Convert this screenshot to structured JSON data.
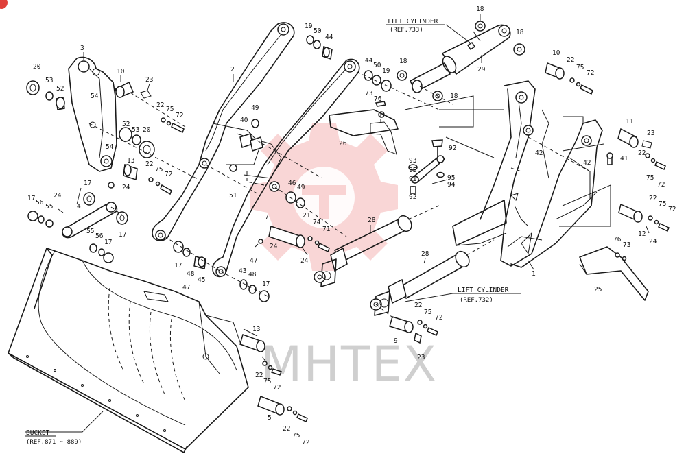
{
  "callouts": {
    "tilt_cylinder": {
      "title": "TILT CYLINDER",
      "ref": "(REF.733)"
    },
    "lift_cylinder": {
      "title": "LIFT CYLINDER",
      "ref": "(REF.732)"
    },
    "bucket": {
      "title": "BUCKET",
      "ref": "(REF.871 ~ 889)"
    }
  },
  "watermark": {
    "text": "MHTEX"
  },
  "part_labels": [
    {
      "id": "p20a",
      "text": "20"
    },
    {
      "id": "p53a",
      "text": "53"
    },
    {
      "id": "p52a",
      "text": "52"
    },
    {
      "id": "p3",
      "text": "3"
    },
    {
      "id": "p54a",
      "text": "54"
    },
    {
      "id": "p10a",
      "text": "10"
    },
    {
      "id": "p23a",
      "text": "23"
    },
    {
      "id": "p22a",
      "text": "22"
    },
    {
      "id": "p75a",
      "text": "75"
    },
    {
      "id": "p72a",
      "text": "72"
    },
    {
      "id": "p2",
      "text": "2"
    },
    {
      "id": "p52b",
      "text": "52"
    },
    {
      "id": "p53b",
      "text": "53"
    },
    {
      "id": "p20b",
      "text": "20"
    },
    {
      "id": "p54b",
      "text": "54"
    },
    {
      "id": "p13a",
      "text": "13"
    },
    {
      "id": "p22b",
      "text": "22"
    },
    {
      "id": "p75b",
      "text": "75"
    },
    {
      "id": "p72b",
      "text": "72"
    },
    {
      "id": "p24a",
      "text": "24"
    },
    {
      "id": "p17a",
      "text": "17"
    },
    {
      "id": "p17b",
      "text": "17"
    },
    {
      "id": "p56a",
      "text": "56"
    },
    {
      "id": "p55a",
      "text": "55"
    },
    {
      "id": "p24b",
      "text": "24"
    },
    {
      "id": "p4",
      "text": "4"
    },
    {
      "id": "p55b",
      "text": "55"
    },
    {
      "id": "p56b",
      "text": "56"
    },
    {
      "id": "p17c",
      "text": "17"
    },
    {
      "id": "p17d",
      "text": "17"
    },
    {
      "id": "p49a",
      "text": "49"
    },
    {
      "id": "p40",
      "text": "40"
    },
    {
      "id": "p51",
      "text": "51"
    },
    {
      "id": "p19a",
      "text": "19"
    },
    {
      "id": "p50a",
      "text": "50"
    },
    {
      "id": "p44a",
      "text": "44"
    },
    {
      "id": "p44b",
      "text": "44"
    },
    {
      "id": "p50b",
      "text": "50"
    },
    {
      "id": "p19b",
      "text": "19"
    },
    {
      "id": "p73a",
      "text": "73"
    },
    {
      "id": "p76a",
      "text": "76"
    },
    {
      "id": "p26",
      "text": "26"
    },
    {
      "id": "p18a",
      "text": "18"
    },
    {
      "id": "p18b",
      "text": "18"
    },
    {
      "id": "p18c",
      "text": "18"
    },
    {
      "id": "p18d",
      "text": "18"
    },
    {
      "id": "p29",
      "text": "29"
    },
    {
      "id": "p10b",
      "text": "10"
    },
    {
      "id": "p22c",
      "text": "22"
    },
    {
      "id": "p75c",
      "text": "75"
    },
    {
      "id": "p72c",
      "text": "72"
    },
    {
      "id": "p11",
      "text": "11"
    },
    {
      "id": "p23b",
      "text": "23"
    },
    {
      "id": "p42a",
      "text": "42"
    },
    {
      "id": "p42b",
      "text": "42"
    },
    {
      "id": "p41",
      "text": "41"
    },
    {
      "id": "p22d",
      "text": "22"
    },
    {
      "id": "p75d",
      "text": "75"
    },
    {
      "id": "p72d",
      "text": "72"
    },
    {
      "id": "p92a",
      "text": "92"
    },
    {
      "id": "p93",
      "text": "93"
    },
    {
      "id": "p95a",
      "text": "95"
    },
    {
      "id": "p91",
      "text": "91"
    },
    {
      "id": "p95b",
      "text": "95"
    },
    {
      "id": "p94",
      "text": "94"
    },
    {
      "id": "p92b",
      "text": "92"
    },
    {
      "id": "p46",
      "text": "46"
    },
    {
      "id": "p49b",
      "text": "49"
    },
    {
      "id": "p28a",
      "text": "28"
    },
    {
      "id": "p7",
      "text": "7"
    },
    {
      "id": "p21",
      "text": "21"
    },
    {
      "id": "p74",
      "text": "74"
    },
    {
      "id": "p71",
      "text": "71"
    },
    {
      "id": "p24c",
      "text": "24"
    },
    {
      "id": "p24d",
      "text": "24"
    },
    {
      "id": "p17e",
      "text": "17"
    },
    {
      "id": "p48a",
      "text": "48"
    },
    {
      "id": "p47a",
      "text": "47"
    },
    {
      "id": "p45",
      "text": "45"
    },
    {
      "id": "p47b",
      "text": "47"
    },
    {
      "id": "p43",
      "text": "43"
    },
    {
      "id": "p48b",
      "text": "48"
    },
    {
      "id": "p17f",
      "text": "17"
    },
    {
      "id": "p28b",
      "text": "28"
    },
    {
      "id": "p22e",
      "text": "22"
    },
    {
      "id": "p75e",
      "text": "75"
    },
    {
      "id": "p72e",
      "text": "72"
    },
    {
      "id": "p9",
      "text": "9"
    },
    {
      "id": "p23c",
      "text": "23"
    },
    {
      "id": "p1",
      "text": "1"
    },
    {
      "id": "p22f",
      "text": "22"
    },
    {
      "id": "p75f",
      "text": "75"
    },
    {
      "id": "p72f",
      "text": "72"
    },
    {
      "id": "p12",
      "text": "12"
    },
    {
      "id": "p24e",
      "text": "24"
    },
    {
      "id": "p76b",
      "text": "76"
    },
    {
      "id": "p73b",
      "text": "73"
    },
    {
      "id": "p25",
      "text": "25"
    },
    {
      "id": "p13b",
      "text": "13"
    },
    {
      "id": "p22g",
      "text": "22"
    },
    {
      "id": "p75g",
      "text": "75"
    },
    {
      "id": "p72g",
      "text": "72"
    },
    {
      "id": "p5",
      "text": "5"
    },
    {
      "id": "p22h",
      "text": "22"
    },
    {
      "id": "p75h",
      "text": "75"
    },
    {
      "id": "p72h",
      "text": "72"
    }
  ]
}
